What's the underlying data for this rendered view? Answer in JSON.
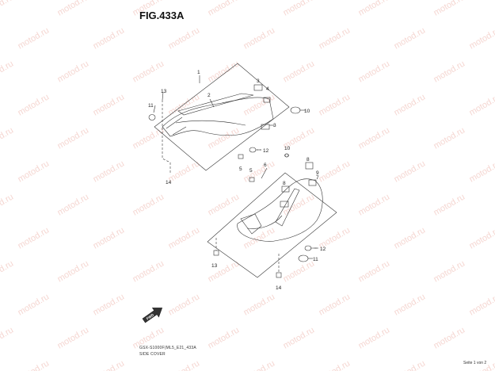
{
  "figure": {
    "title": "FIG.433A",
    "model_code": "GSX-S1000F(ML5_E21_433A",
    "description": "SIDE COVER",
    "page": "Seite 1 von 2",
    "watermark": "motod.ru"
  },
  "callouts": [
    "1",
    "2",
    "3",
    "4",
    "3",
    "5",
    "5",
    "6",
    "7",
    "8",
    "8",
    "9",
    "10",
    "10",
    "11",
    "11",
    "12",
    "12",
    "13",
    "13",
    "14",
    "14"
  ],
  "fwd_label": "FWD"
}
